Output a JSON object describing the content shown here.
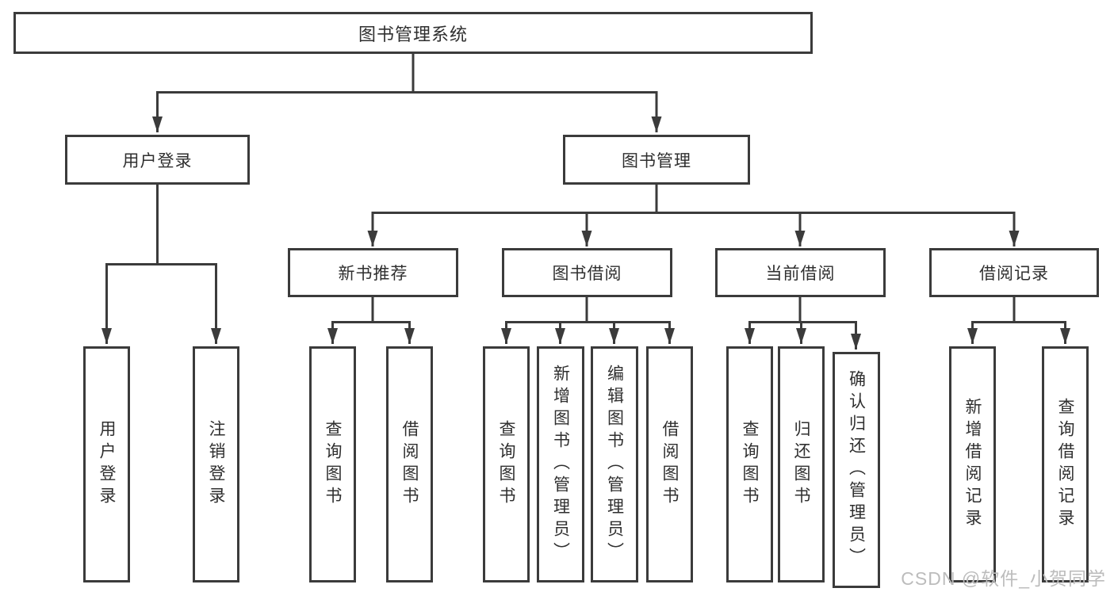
{
  "tree": {
    "root": {
      "label": "图书管理系统"
    },
    "user_login": {
      "label": "用户登录",
      "children": [
        {
          "label": "用户登录"
        },
        {
          "label": "注销登录"
        }
      ]
    },
    "book_management": {
      "label": "图书管理",
      "groups": [
        {
          "label": "新书推荐",
          "children": [
            {
              "label": "查询图书"
            },
            {
              "label": "借阅图书"
            }
          ]
        },
        {
          "label": "图书借阅",
          "children": [
            {
              "label": "查询图书"
            },
            {
              "label": "新增图书（管理员）"
            },
            {
              "label": "编辑图书（管理员）"
            },
            {
              "label": "借阅图书"
            }
          ]
        },
        {
          "label": "当前借阅",
          "children": [
            {
              "label": "查询图书"
            },
            {
              "label": "归还图书"
            },
            {
              "label": "确认归还（管理员）"
            }
          ]
        },
        {
          "label": "借阅记录",
          "children": [
            {
              "label": "新增借阅记录"
            },
            {
              "label": "查询借阅记录"
            }
          ]
        }
      ]
    }
  },
  "watermark": {
    "text": "CSDN @软件_小贺同学"
  },
  "colors": {
    "line": "#3b3b3b",
    "text": "#2f2f2f",
    "watermark": "#bcbcbc",
    "background": "#ffffff"
  }
}
